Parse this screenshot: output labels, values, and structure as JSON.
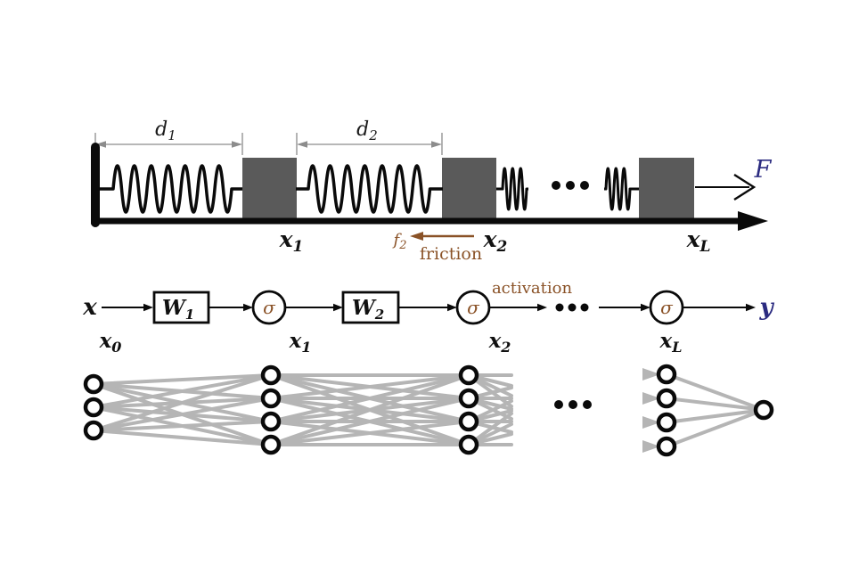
{
  "colors": {
    "brown": "#8a5227",
    "navy": "#2b2b80",
    "mass_gray": "#5a5a5a",
    "edge_gray": "#b5b5b5",
    "dim_gray": "#8c8c8c"
  },
  "mass_chain": {
    "d1": {
      "base": "d",
      "sub": "1"
    },
    "d2": {
      "base": "d",
      "sub": "2"
    },
    "x1": {
      "base": "x",
      "sub": "1"
    },
    "x2": {
      "base": "x",
      "sub": "2"
    },
    "xL": {
      "base": "x",
      "sub": "L"
    },
    "f2": {
      "base": "f",
      "sub": "2"
    },
    "friction_label": "friction",
    "force_label": "F"
  },
  "network_flow": {
    "input_label": "x",
    "x0": {
      "base": "x",
      "sub": "0"
    },
    "W1": {
      "base": "W",
      "sub": "1"
    },
    "W2": {
      "base": "W",
      "sub": "2"
    },
    "sigma": "σ",
    "activation_label": "activation",
    "x1": {
      "base": "x",
      "sub": "1"
    },
    "x2": {
      "base": "x",
      "sub": "2"
    },
    "xL": {
      "base": "x",
      "sub": "L"
    },
    "output_label": "y"
  },
  "network_graph": {
    "layer_node_counts": [
      3,
      4,
      4,
      4,
      1
    ]
  }
}
